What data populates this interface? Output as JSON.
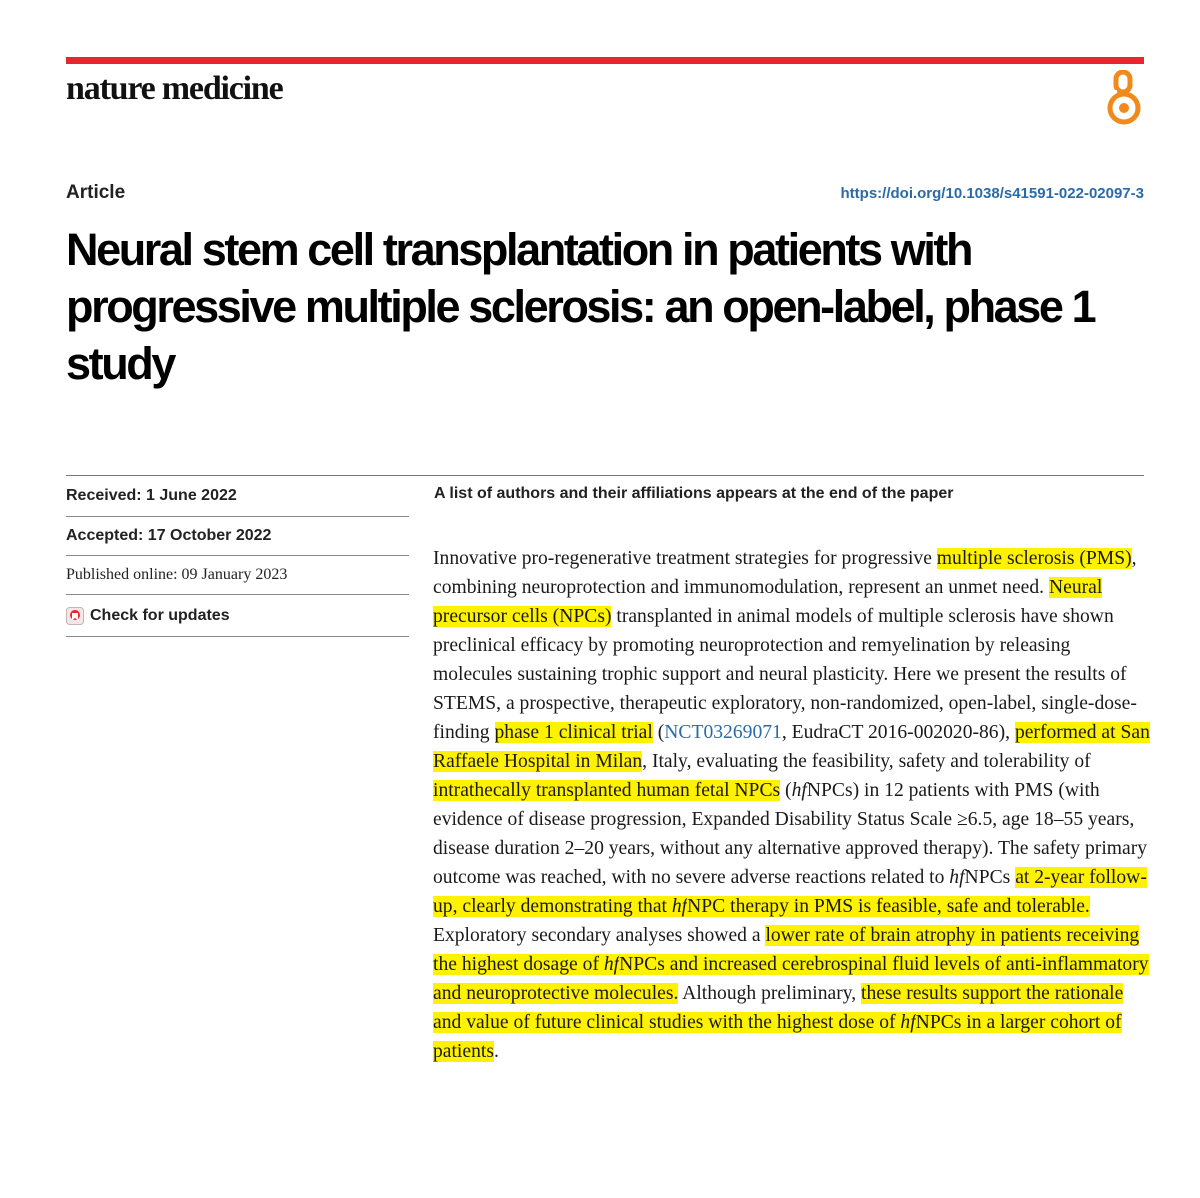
{
  "journal": {
    "name": "nature medicine"
  },
  "header": {
    "article_type": "Article",
    "doi": "https://doi.org/10.1038/s41591-022-02097-3"
  },
  "title": "Neural stem cell transplantation in patients with progressive multiple sclerosis: an open-label, phase 1 study",
  "meta": {
    "received": "Received: 1 June 2022",
    "accepted": "Accepted: 17 October 2022",
    "published": "Published online: 09 January 2023",
    "check_updates": "Check for updates"
  },
  "authors_note": "A list of authors and their affiliations appears at the end of the paper",
  "abstract": {
    "highlight_color": "#fff200",
    "link_color": "#2b6aa6",
    "segments": [
      {
        "text": "Innovative pro-regenerative treatment strategies for progressive "
      },
      {
        "text": "multiple sclerosis (PMS)",
        "hl": true
      },
      {
        "text": ", combining neuroprotection and immunomodulation, represent an unmet need. "
      },
      {
        "text": "Neural precursor cells (NPCs)",
        "hl": true
      },
      {
        "text": " transplanted in animal models of multiple sclerosis have shown preclinical efficacy by promoting neuroprotection and remyelination by releasing molecules sustaining trophic support and neural plasticity. Here we present the results of STEMS, a prospective, therapeutic exploratory, non-randomized, open-label, single-dose-finding "
      },
      {
        "text": "phase 1 clinical trial",
        "hl": true
      },
      {
        "text": " ("
      },
      {
        "text": "NCT03269071",
        "link": true
      },
      {
        "text": ", EudraCT 2016-002020-86), "
      },
      {
        "text": "performed at San Raffaele Hospital in Milan",
        "hl": true
      },
      {
        "text": ", Italy, evaluating the feasibility, safety and tolerability of "
      },
      {
        "text": "intrathecally transplanted human fetal NPCs",
        "hl": true
      },
      {
        "text": " ("
      },
      {
        "text": "hf",
        "it": true
      },
      {
        "text": "NPCs) in 12 patients with PMS (with evidence of disease progression, Expanded Disability Status Scale ≥6.5, age 18–55 years, disease duration 2–20 years, without any alternative approved therapy). The safety primary outcome was reached, with no severe adverse reactions related to "
      },
      {
        "text": "hf",
        "it": true
      },
      {
        "text": "NPCs "
      },
      {
        "text": "at 2-year follow-up, clearly demonstrating that ",
        "hl": true
      },
      {
        "text": "hf",
        "hl": true,
        "it": true
      },
      {
        "text": "NPC therapy in PMS is feasible, safe and tolerable.",
        "hl": true
      },
      {
        "text": " Exploratory secondary analyses showed a "
      },
      {
        "text": "lower rate of brain atrophy in patients receiving the highest dosage of ",
        "hl": true
      },
      {
        "text": "hf",
        "hl": true,
        "it": true
      },
      {
        "text": "NPCs and increased cerebrospinal fluid levels of anti-inflammatory and neuroprotective molecules.",
        "hl": true
      },
      {
        "text": " Although preliminary, "
      },
      {
        "text": "these results support the rationale and value of future clinical studies with the highest dose of ",
        "hl": true
      },
      {
        "text": "hf",
        "hl": true,
        "it": true
      },
      {
        "text": "NPCs in a larger cohort of patients",
        "hl": true
      },
      {
        "text": "."
      }
    ]
  },
  "colors": {
    "accent_bar": "#e8262d",
    "open_access_icon": "#f08a1c",
    "doi_link": "#2b6aa6"
  },
  "icons": {
    "open_access": "open-access-icon",
    "check_updates": "check-updates-icon"
  }
}
